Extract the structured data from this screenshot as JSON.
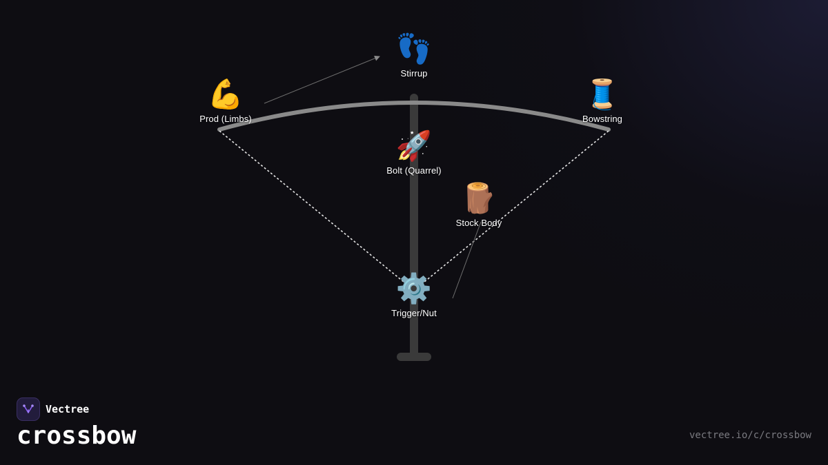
{
  "brand": {
    "name": "Vectree",
    "logo_color": "#8b5cf6"
  },
  "title": "crossbow",
  "url": "vectree.io/c/crossbow",
  "nodes": [
    {
      "id": "stirrup",
      "label": "Stirrup",
      "icon": "footprints-icon",
      "glyph": "👣"
    },
    {
      "id": "prod",
      "label": "Prod (Limbs)",
      "icon": "flexed-biceps-icon",
      "glyph": "💪"
    },
    {
      "id": "bowstring",
      "label": "Bowstring",
      "icon": "spool-of-thread-icon",
      "glyph": "🧵"
    },
    {
      "id": "bolt",
      "label": "Bolt (Quarrel)",
      "icon": "rocket-icon",
      "glyph": "🚀"
    },
    {
      "id": "stock",
      "label": "Stock Body",
      "icon": "wood-log-icon",
      "glyph": "🪵"
    },
    {
      "id": "trigger",
      "label": "Trigger/Nut",
      "icon": "gear-icon",
      "glyph": "⚙️"
    }
  ],
  "colors": {
    "background": "#0e0d12",
    "stock": "#3a3a3a",
    "prod": "#8a8a8a",
    "string": "#e8e8e8",
    "connector": "#6e6e6e"
  }
}
